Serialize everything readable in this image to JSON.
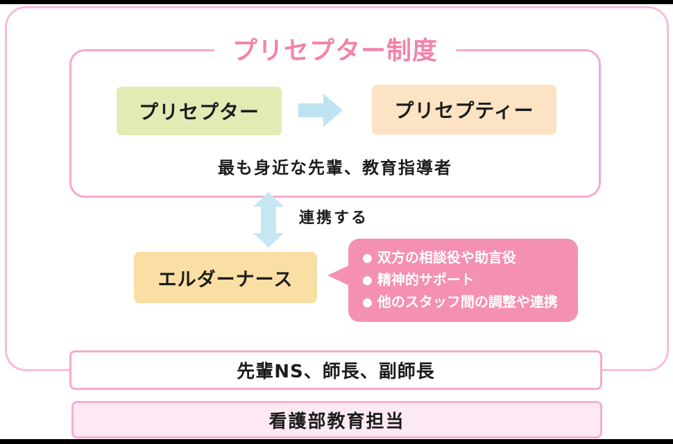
{
  "diagram": {
    "title": "プリセプター制度",
    "preceptor_label": "プリセプター",
    "preceptee_label": "プリセプティー",
    "caption": "最も身近な先輩、教育指導者",
    "link_label": "連携する",
    "elder_nurse_label": "エルダーナース",
    "bubble": {
      "bullet": "●",
      "items": [
        "双方の相談役や助言役",
        "精神的サポート",
        "他のスタッフ間の調整や連携"
      ]
    },
    "senior_label": "先輩NS、師長、副師長",
    "education_label": "看護部教育担当"
  },
  "colors": {
    "title_pink": "#f383ab",
    "outer_border_pink": "#f9bcd9",
    "panel_border_pink": "#f6a9cd",
    "bubble_pink": "#f490b1",
    "box_green": "#e0ecb4",
    "box_peach": "#fbe3c3",
    "box_yellow": "#fadfa4",
    "arrow_blue": "#bfe3f1",
    "light_pink_fill": "#fce9f3",
    "bubble_text": "#ffffff",
    "text_black": "#1c1c1c",
    "letterbox_black": "#000000"
  }
}
